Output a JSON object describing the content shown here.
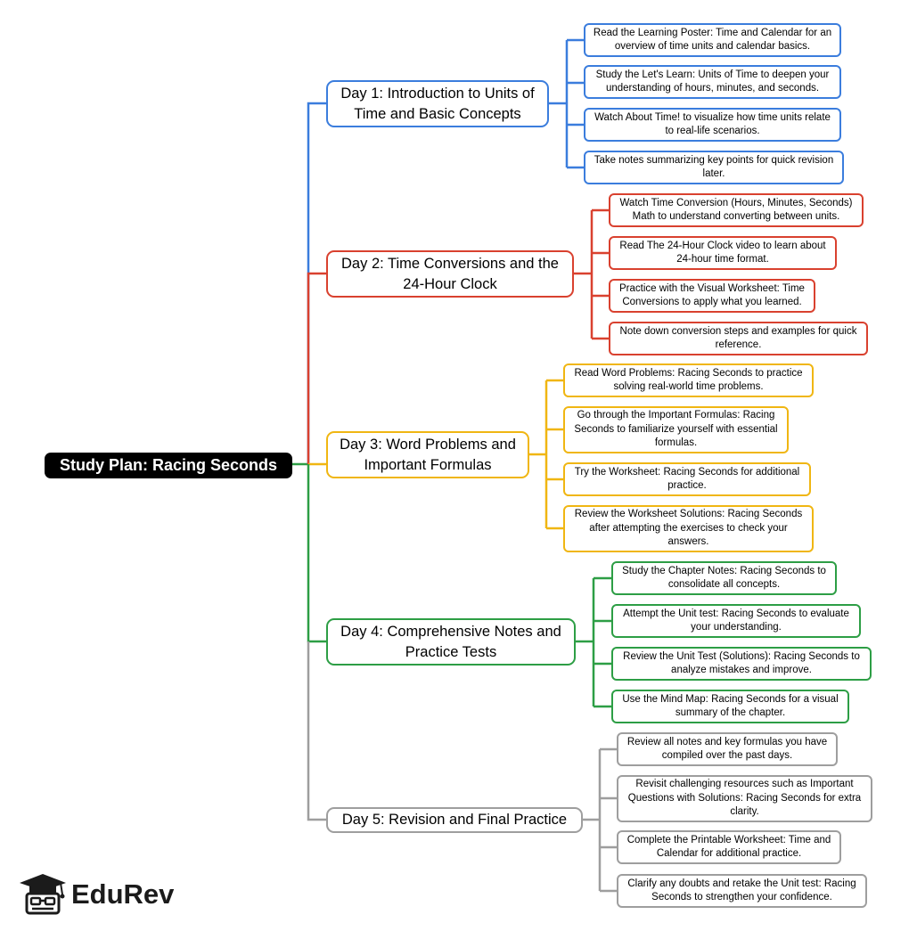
{
  "root": {
    "label": "Study Plan: Racing Seconds"
  },
  "colors": {
    "day1": "#3b7ddd",
    "day2": "#d9412f",
    "day3": "#f0b612",
    "day4": "#2d9e45",
    "day5": "#9e9e9e"
  },
  "days": [
    {
      "label": "Day 1: Introduction to Units of Time and Basic Concepts",
      "items": [
        "Read the Learning Poster: Time and Calendar for an overview of time units and calendar basics.",
        "Study the Let's Learn: Units of Time to deepen your understanding of hours, minutes, and seconds.",
        "Watch About Time! to visualize how time units relate to real-life scenarios.",
        "Take notes summarizing key points for quick revision later."
      ]
    },
    {
      "label": "Day 2: Time Conversions and the 24-Hour Clock",
      "items": [
        "Watch Time Conversion (Hours, Minutes, Seconds) Math to understand converting between units.",
        "Read The 24-Hour Clock video to learn about 24-hour time format.",
        "Practice with the Visual Worksheet: Time Conversions to apply what you learned.",
        "Note down conversion steps and examples for quick reference."
      ]
    },
    {
      "label": "Day 3: Word Problems and Important Formulas",
      "items": [
        "Read Word Problems: Racing Seconds to practice solving real-world time problems.",
        "Go through the Important Formulas: Racing Seconds to familiarize yourself with essential formulas.",
        "Try the Worksheet: Racing Seconds for additional practice.",
        "Review the Worksheet Solutions: Racing Seconds after attempting the exercises to check your answers."
      ]
    },
    {
      "label": "Day 4: Comprehensive Notes and Practice Tests",
      "items": [
        "Study the Chapter Notes: Racing Seconds to consolidate all concepts.",
        "Attempt the Unit test: Racing Seconds to evaluate your understanding.",
        "Review the Unit Test (Solutions): Racing Seconds to analyze mistakes and improve.",
        "Use the Mind Map: Racing Seconds for a visual summary of the chapter."
      ]
    },
    {
      "label": "Day 5: Revision and Final Practice",
      "items": [
        "Review all notes and key formulas you have compiled over the past days.",
        "Revisit challenging resources such as Important Questions with Solutions: Racing Seconds for extra clarity.",
        "Complete the Printable Worksheet: Time and Calendar for additional practice.",
        "Clarify any doubts and retake the Unit test: Racing Seconds to strengthen your confidence."
      ]
    }
  ],
  "logo": {
    "text": "EduRev",
    "icon": "graduation-cap-icon"
  }
}
